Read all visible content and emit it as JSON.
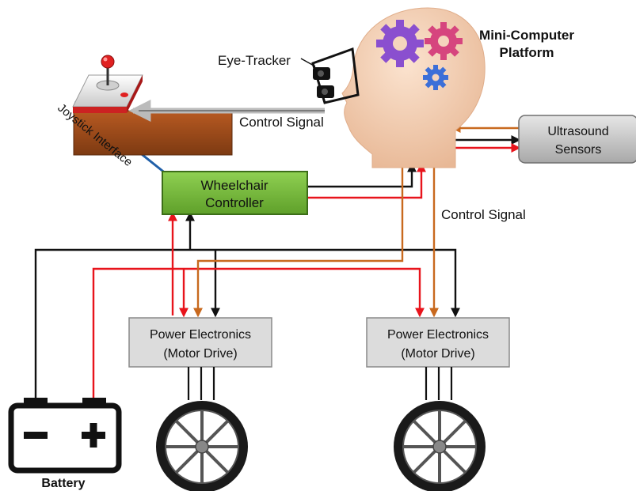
{
  "labels": {
    "mini_computer_line1": "Mini-Computer",
    "mini_computer_line2": "Platform",
    "eye_tracker": "Eye-Tracker",
    "control_signal_top": "Control Signal",
    "control_signal_right": "Control Signal",
    "joystick_interface": "Joystick Interface",
    "ultrasound_line1": "Ultrasound",
    "ultrasound_line2": "Sensors",
    "wheelchair_line1": "Wheelchair",
    "wheelchair_line2": "Controller",
    "power_left_line1": "Power Electronics",
    "power_left_line2": "(Motor Drive)",
    "power_right_line1": "Power Electronics",
    "power_right_line2": "(Motor Drive)",
    "battery": "Battery"
  },
  "colors": {
    "black_wire": "#111111",
    "red_wire": "#e8141c",
    "orange_wire": "#c8691e",
    "blue_wire": "#1f5fa8",
    "controller_fill": "#7ac043",
    "box_fill": "#dcdcdc",
    "joystick_base": "#9a4a1c",
    "head_skin": "#f2cdb0"
  },
  "icons": [
    "joystick-icon",
    "eye-tracker-glasses-icon",
    "head-icon",
    "gears-icon",
    "battery-icon",
    "wheel-icon"
  ]
}
